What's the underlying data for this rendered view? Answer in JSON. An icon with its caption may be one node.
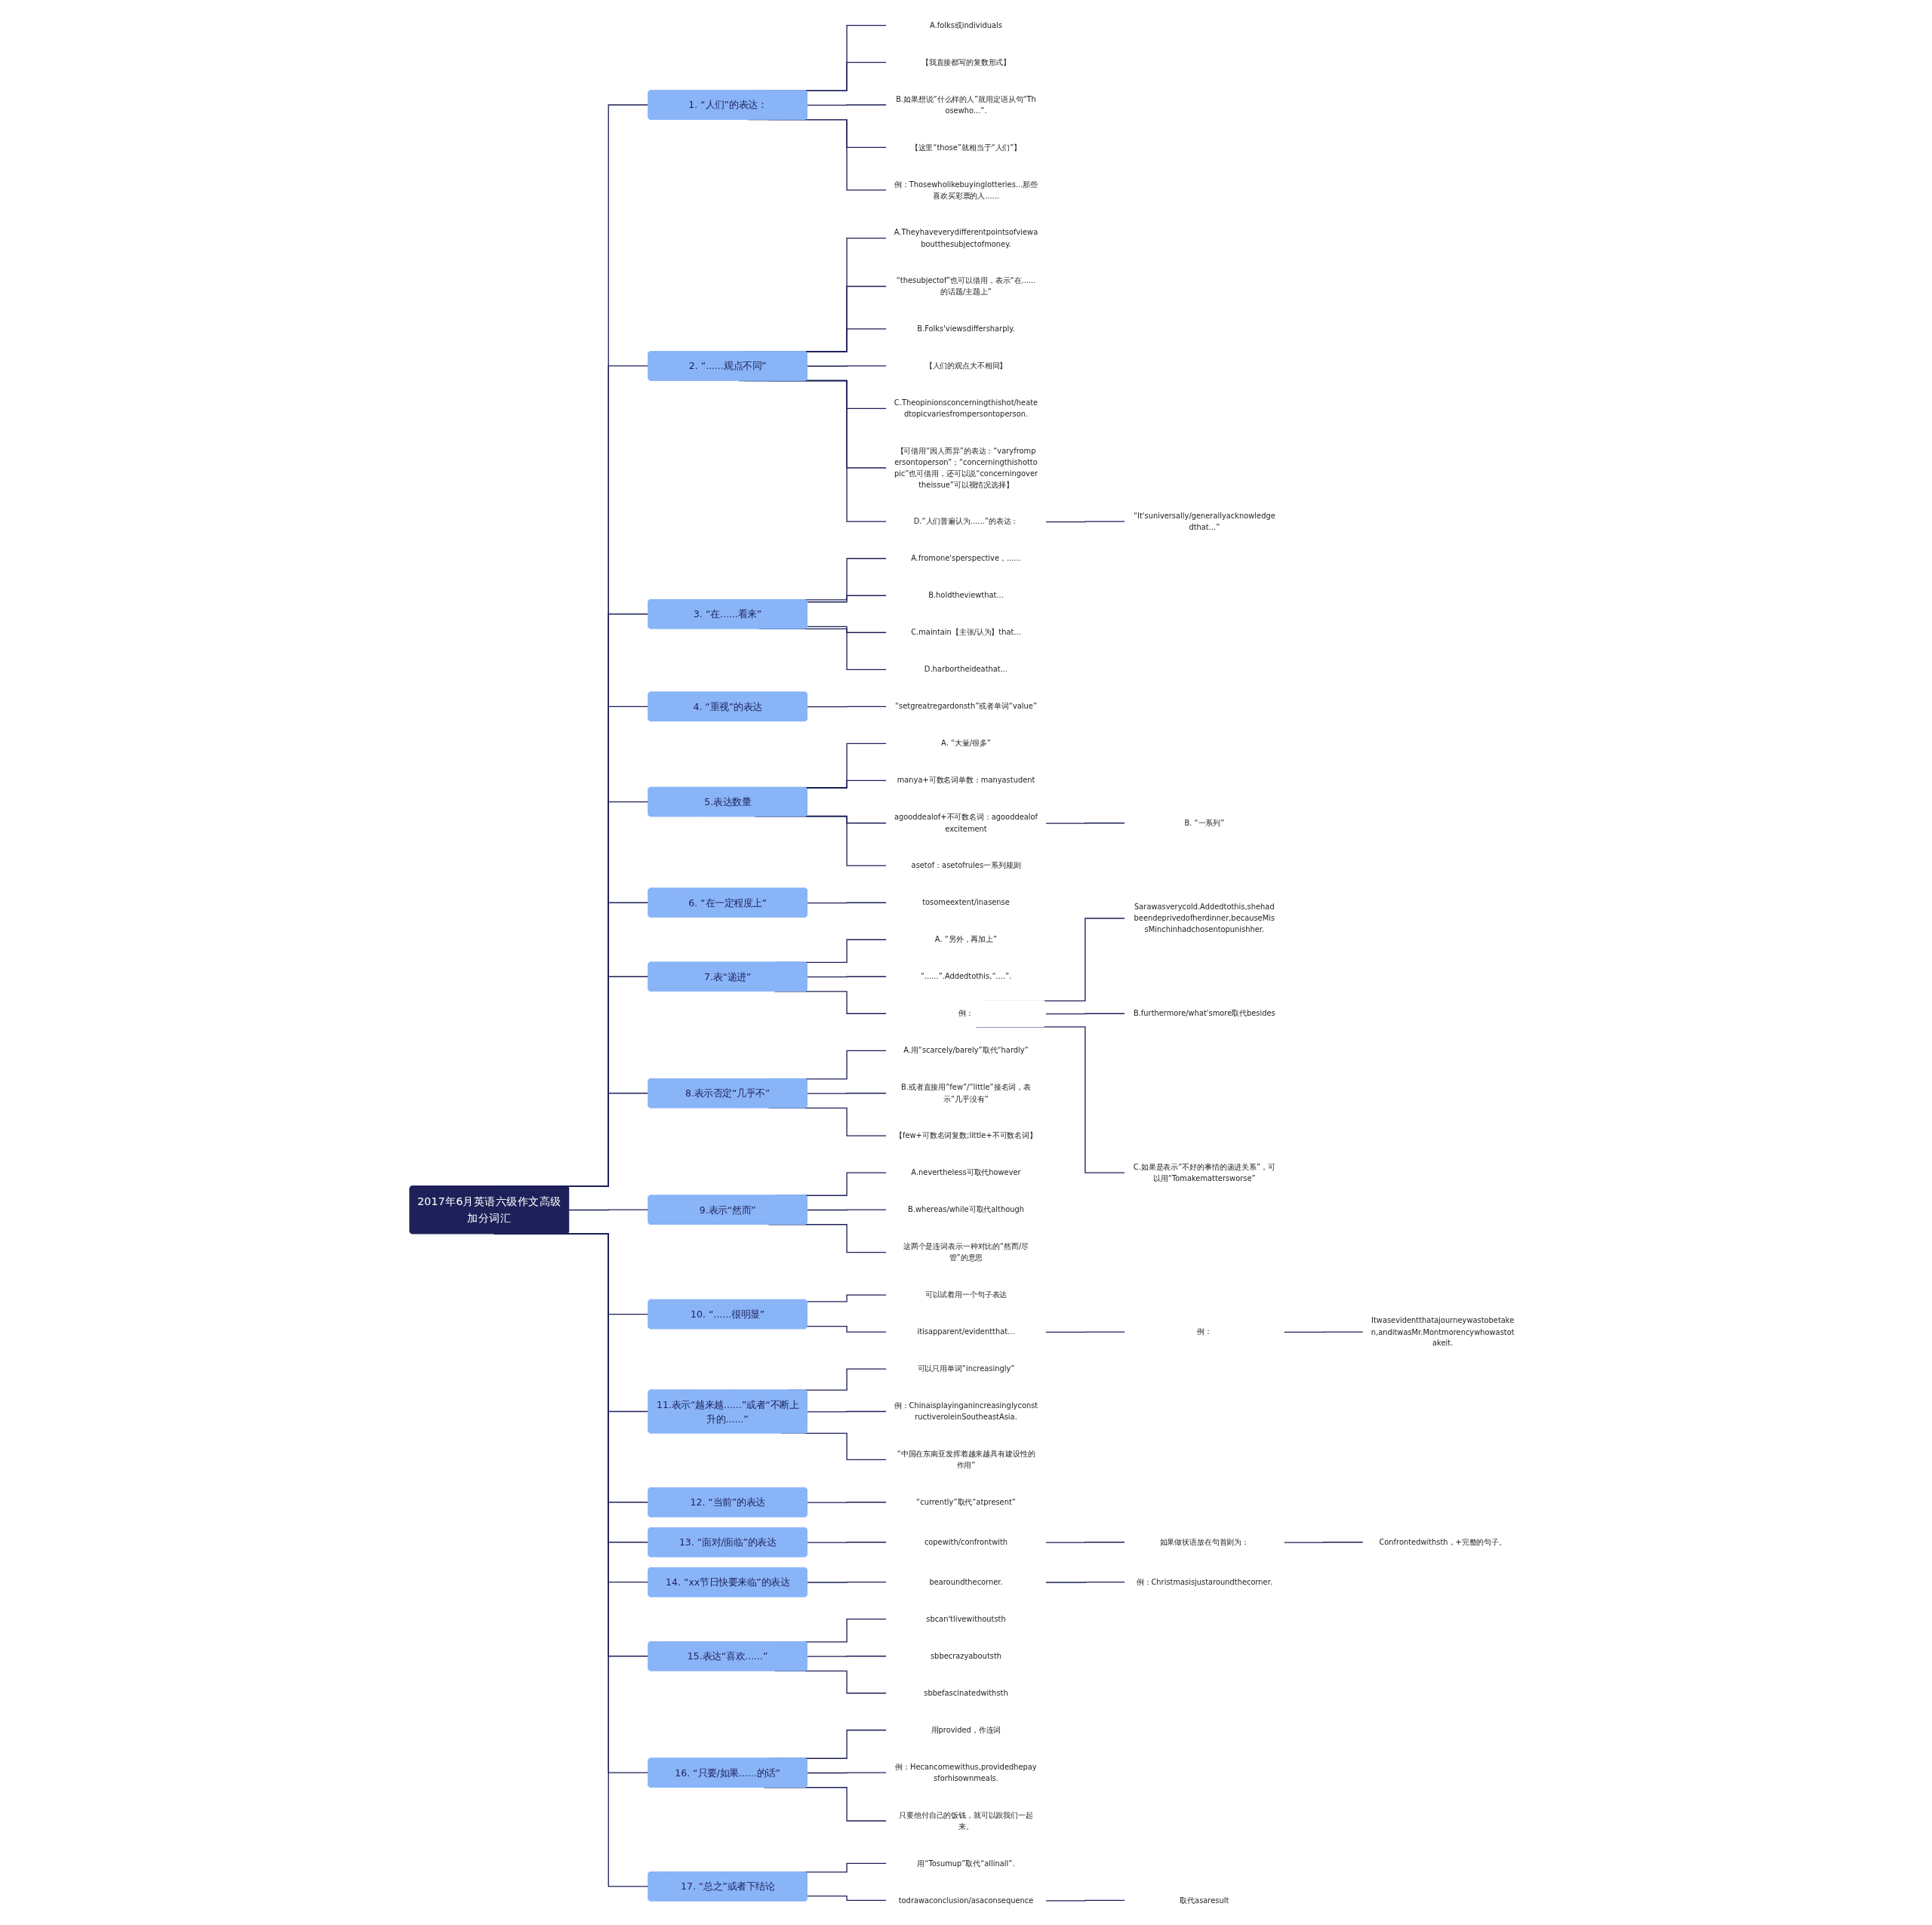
{
  "diagram": {
    "nodes": [
      {
        "text": [
          "2017年6月英语六级作文高级加分词汇"
        ]
      },
      {
        "text": [
          "1. “人们”的表达："
        ]
      },
      {
        "text": [
          "A.folks或individuals"
        ]
      },
      {
        "text": [
          "【我直接都写的复数形式】"
        ]
      },
      {
        "text": [
          "B.如果想说“什么样的人”就用定语从句“Thosewho...”."
        ]
      },
      {
        "text": [
          "【这里“those”就相当于“人们”】"
        ]
      },
      {
        "text": [
          "例：Thosewholikebuyinglotteries...那些喜欢买彩票的人......"
        ]
      },
      {
        "text": [
          "2. “......观点不同”"
        ]
      },
      {
        "text": [
          "A.Theyhaveverydifferentpointsofviewaboutthesubjectofmoney."
        ]
      },
      {
        "text": [
          "“thesubjectof”也可以借用，表示“在......的话题/主题上”"
        ]
      },
      {
        "text": [
          "B.Folks'viewsdiffersharply."
        ]
      },
      {
        "text": [
          "【人们的观点大不相同】"
        ]
      },
      {
        "text": [
          "C.Theopinionsconcerningthishot/heatedtopicvariesfrompersontoperson."
        ]
      },
      {
        "text": [
          "【可借用“因人而异”的表达：“varyfrompersontoperson”；“concerningthishottopic”也可借用，还可以说“concerningovertheissue”可以视情况选择】"
        ]
      },
      {
        "text": [
          "D.“人们普遍认为......”的表达："
        ]
      },
      {
        "text": [
          "“It'suniversally/generallyacknowledgedthat...”"
        ]
      },
      {
        "text": [
          "3. “在......看来”"
        ]
      },
      {
        "text": [
          "A.fromone'sperspective，......"
        ]
      },
      {
        "text": [
          "B.holdtheviewthat..."
        ]
      },
      {
        "text": [
          "C.maintain【主张/认为】that..."
        ]
      },
      {
        "text": [
          "D.harbortheideathat..."
        ]
      },
      {
        "text": [
          "4. “重视”的表达"
        ]
      },
      {
        "text": [
          "“setgreatregardonsth”或者单词“value”"
        ]
      },
      {
        "text": [
          "5.表达数量"
        ]
      },
      {
        "text": [
          "A. “大量/很多”"
        ]
      },
      {
        "text": [
          "manya+可数名词单数：manyastudent"
        ]
      },
      {
        "text": [
          "agooddealof+不可数名词：agooddealofexcitement"
        ]
      },
      {
        "text": [
          "B. “一系列”"
        ]
      },
      {
        "text": [
          "asetof：asetofrules一系列规则"
        ]
      },
      {
        "text": [
          "6. “在一定程度上”"
        ]
      },
      {
        "text": [
          "tosomeextent/inasense"
        ]
      },
      {
        "text": [
          "7.表“递进”"
        ]
      },
      {
        "text": [
          "A. “另外，再加上”"
        ]
      },
      {
        "text": [
          "“......”.Addedtothis,“....”."
        ]
      },
      {
        "text": [
          "例："
        ]
      },
      {
        "text": [
          "Sarawasverycold.Addedtothis,shehadbeendeprivedofherdinner,becauseMissMinchinhadchosentopunishher."
        ]
      },
      {
        "text": [
          "B.furthermore/what'smore取代besides"
        ]
      },
      {
        "text": [
          "C.如果是表示“不好的事情的递进关系”，可以用“Tomakemattersworse”"
        ]
      },
      {
        "text": [
          "8.表示否定“几乎不”"
        ]
      },
      {
        "text": [
          "A.用“scarcely/barely”取代“hardly”"
        ]
      },
      {
        "text": [
          "B.或者直接用“few”/“little”接名词，表示“几乎没有”"
        ]
      },
      {
        "text": [
          "【few+可数名词复数;little+不可数名词】"
        ]
      },
      {
        "text": [
          "9.表示“然而”"
        ]
      },
      {
        "text": [
          "A.nevertheless可取代however"
        ]
      },
      {
        "text": [
          "B.whereas/while可取代although"
        ]
      },
      {
        "text": [
          "这两个是连词表示一种对比的“然而/尽管”的意思"
        ]
      },
      {
        "text": [
          "10. “......很明显”"
        ]
      },
      {
        "text": [
          "可以试着用一个句子表达"
        ]
      },
      {
        "text": [
          "itisapparent/evidentthat..."
        ]
      },
      {
        "text": [
          "例："
        ]
      },
      {
        "text": [
          "Itwasevidentthatajourneywastobetaken,anditwasMr.Montmorencywhowastotakeit."
        ]
      },
      {
        "text": [
          "11.表示“越来越......”或者“不断上升的......”"
        ]
      },
      {
        "text": [
          "可以只用单词“increasingly”"
        ]
      },
      {
        "text": [
          "例：ChinaisplayinganincreasinglyconstructiveroleinSoutheastAsia."
        ]
      },
      {
        "text": [
          "“中国在东南亚发挥着越来越具有建设性的作用”"
        ]
      },
      {
        "text": [
          "12. “当前”的表达"
        ]
      },
      {
        "text": [
          "“currently”取代“atpresent”"
        ]
      },
      {
        "text": [
          "13. “面对/面临”的表达"
        ]
      },
      {
        "text": [
          "copewith/confrontwith"
        ]
      },
      {
        "text": [
          "如果做状语放在句首则为："
        ]
      },
      {
        "text": [
          "Confrontedwithsth，+完整的句子。"
        ]
      },
      {
        "text": [
          "14. “xx节日快要来临”的表达"
        ]
      },
      {
        "text": [
          "bearoundthecorner."
        ]
      },
      {
        "text": [
          "例：Christmasisjustaroundthecorner."
        ]
      },
      {
        "text": [
          "15.表达“喜欢......”"
        ]
      },
      {
        "text": [
          "sbcan'tlivewithoutsth"
        ]
      },
      {
        "text": [
          "sbbecrazyaboutsth"
        ]
      },
      {
        "text": [
          "sbbefascinatedwithsth"
        ]
      },
      {
        "text": [
          "16. “只要/如果......的话”"
        ]
      },
      {
        "text": [
          "用provided，作连词"
        ]
      },
      {
        "text": [
          "例：Hecancomewithus,providedhepaysforhisownmeals."
        ]
      },
      {
        "text": [
          "只要他付自己的饭钱，就可以跟我们一起来。"
        ]
      },
      {
        "text": [
          "17. “总之”或者下结论"
        ]
      },
      {
        "text": [
          "用“Tosumup”取代“allinall”."
        ]
      },
      {
        "text": [
          "todrawaconclusion/asaconsequence"
        ]
      },
      {
        "text": [
          "取代asaresult"
        ]
      }
    ],
    "edges": [
      {
        "from": 0,
        "to": 1,
        "arrow": "none"
      },
      {
        "from": 1,
        "to": 2,
        "arrow": "none"
      },
      {
        "from": 1,
        "to": 3,
        "arrow": "none"
      },
      {
        "from": 1,
        "to": 4,
        "arrow": "none"
      },
      {
        "from": 1,
        "to": 5,
        "arrow": "none"
      },
      {
        "from": 1,
        "to": 6,
        "arrow": "none"
      },
      {
        "from": 0,
        "to": 7,
        "arrow": "none"
      },
      {
        "from": 7,
        "to": 8,
        "arrow": "none"
      },
      {
        "from": 7,
        "to": 9,
        "arrow": "none"
      },
      {
        "from": 7,
        "to": 10,
        "arrow": "none"
      },
      {
        "from": 7,
        "to": 11,
        "arrow": "none"
      },
      {
        "from": 7,
        "to": 12,
        "arrow": "none"
      },
      {
        "from": 7,
        "to": 13,
        "arrow": "none"
      },
      {
        "from": 7,
        "to": 14,
        "arrow": "none"
      },
      {
        "from": 14,
        "to": 15,
        "arrow": "none"
      },
      {
        "from": 0,
        "to": 16,
        "arrow": "none"
      },
      {
        "from": 16,
        "to": 17,
        "arrow": "none"
      },
      {
        "from": 16,
        "to": 18,
        "arrow": "none"
      },
      {
        "from": 16,
        "to": 19,
        "arrow": "none"
      },
      {
        "from": 16,
        "to": 20,
        "arrow": "none"
      },
      {
        "from": 0,
        "to": 21,
        "arrow": "none"
      },
      {
        "from": 21,
        "to": 22,
        "arrow": "none"
      },
      {
        "from": 0,
        "to": 23,
        "arrow": "none"
      },
      {
        "from": 23,
        "to": 24,
        "arrow": "none"
      },
      {
        "from": 23,
        "to": 25,
        "arrow": "none"
      },
      {
        "from": 23,
        "to": 26,
        "arrow": "none"
      },
      {
        "from": 26,
        "to": 27,
        "arrow": "none"
      },
      {
        "from": 23,
        "to": 28,
        "arrow": "none"
      },
      {
        "from": 0,
        "to": 29,
        "arrow": "none"
      },
      {
        "from": 29,
        "to": 30,
        "arrow": "none"
      },
      {
        "from": 0,
        "to": 31,
        "arrow": "none"
      },
      {
        "from": 31,
        "to": 32,
        "arrow": "none"
      },
      {
        "from": 31,
        "to": 33,
        "arrow": "none"
      },
      {
        "from": 31,
        "to": 34,
        "arrow": "none"
      },
      {
        "from": 34,
        "to": 35,
        "arrow": "none"
      },
      {
        "from": 34,
        "to": 36,
        "arrow": "none"
      },
      {
        "from": 34,
        "to": 37,
        "arrow": "none"
      },
      {
        "from": 0,
        "to": 38,
        "arrow": "none"
      },
      {
        "from": 38,
        "to": 39,
        "arrow": "none"
      },
      {
        "from": 38,
        "to": 40,
        "arrow": "none"
      },
      {
        "from": 38,
        "to": 41,
        "arrow": "none"
      },
      {
        "from": 0,
        "to": 42,
        "arrow": "none"
      },
      {
        "from": 42,
        "to": 43,
        "arrow": "none"
      },
      {
        "from": 42,
        "to": 44,
        "arrow": "none"
      },
      {
        "from": 42,
        "to": 45,
        "arrow": "none"
      },
      {
        "from": 0,
        "to": 46,
        "arrow": "none"
      },
      {
        "from": 46,
        "to": 47,
        "arrow": "none"
      },
      {
        "from": 46,
        "to": 48,
        "arrow": "none"
      },
      {
        "from": 48,
        "to": 49,
        "arrow": "none"
      },
      {
        "from": 49,
        "to": 50,
        "arrow": "none"
      },
      {
        "from": 0,
        "to": 51,
        "arrow": "none"
      },
      {
        "from": 51,
        "to": 52,
        "arrow": "none"
      },
      {
        "from": 51,
        "to": 53,
        "arrow": "none"
      },
      {
        "from": 51,
        "to": 54,
        "arrow": "none"
      },
      {
        "from": 0,
        "to": 55,
        "arrow": "none"
      },
      {
        "from": 55,
        "to": 56,
        "arrow": "none"
      },
      {
        "from": 0,
        "to": 57,
        "arrow": "none"
      },
      {
        "from": 57,
        "to": 58,
        "arrow": "none"
      },
      {
        "from": 58,
        "to": 59,
        "arrow": "none"
      },
      {
        "from": 59,
        "to": 60,
        "arrow": "none"
      },
      {
        "from": 0,
        "to": 61,
        "arrow": "none"
      },
      {
        "from": 61,
        "to": 62,
        "arrow": "none"
      },
      {
        "from": 62,
        "to": 63,
        "arrow": "none"
      },
      {
        "from": 0,
        "to": 64,
        "arrow": "none"
      },
      {
        "from": 64,
        "to": 65,
        "arrow": "none"
      },
      {
        "from": 64,
        "to": 66,
        "arrow": "none"
      },
      {
        "from": 64,
        "to": 67,
        "arrow": "none"
      },
      {
        "from": 0,
        "to": 68,
        "arrow": "none"
      },
      {
        "from": 68,
        "to": 69,
        "arrow": "none"
      },
      {
        "from": 68,
        "to": 70,
        "arrow": "none"
      },
      {
        "from": 68,
        "to": 71,
        "arrow": "none"
      },
      {
        "from": 0,
        "to": 72,
        "arrow": "none"
      },
      {
        "from": 72,
        "to": 73,
        "arrow": "none"
      },
      {
        "from": 72,
        "to": 74,
        "arrow": "none"
      },
      {
        "from": 74,
        "to": 75,
        "arrow": "none"
      }
    ]
  }
}
